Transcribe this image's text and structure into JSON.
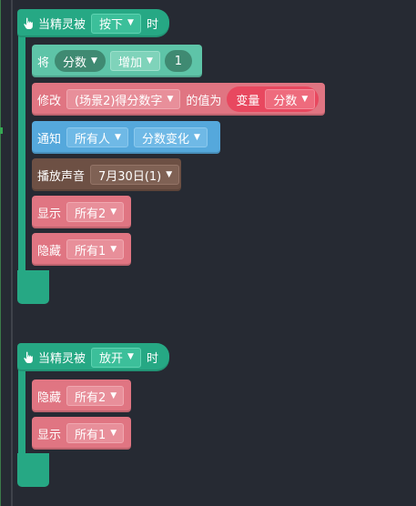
{
  "stack1": {
    "hat": {
      "prefix": "当精灵被",
      "event": "按下",
      "suffix": "时"
    },
    "blocks": {
      "change": {
        "verb": "将",
        "variable": "分数",
        "action": "增加",
        "amount": "1"
      },
      "modify": {
        "verb": "修改",
        "target": "(场景2)得分数字",
        "mid": "的值为",
        "value_label": "变量",
        "value_variable": "分数"
      },
      "notify": {
        "verb": "通知",
        "recipient": "所有人",
        "message": "分数变化"
      },
      "sound": {
        "verb": "播放声音",
        "sound": "7月30日(1)"
      },
      "show": {
        "verb": "显示",
        "target": "所有2"
      },
      "hide": {
        "verb": "隐藏",
        "target": "所有1"
      }
    }
  },
  "stack2": {
    "hat": {
      "prefix": "当精灵被",
      "event": "放开",
      "suffix": "时"
    },
    "blocks": {
      "hide": {
        "verb": "隐藏",
        "target": "所有2"
      },
      "show": {
        "verb": "显示",
        "target": "所有1"
      }
    }
  },
  "colors": {
    "event": "#26a884",
    "operator": "#5ec4a8",
    "looks": "#e07582",
    "notify": "#55a8dc",
    "sound": "#6d5044",
    "variable": "#e8485f",
    "background": "#262a33"
  },
  "icons": {
    "hat": "pointing-hand-icon",
    "dropdown": "triangle-down-icon"
  }
}
